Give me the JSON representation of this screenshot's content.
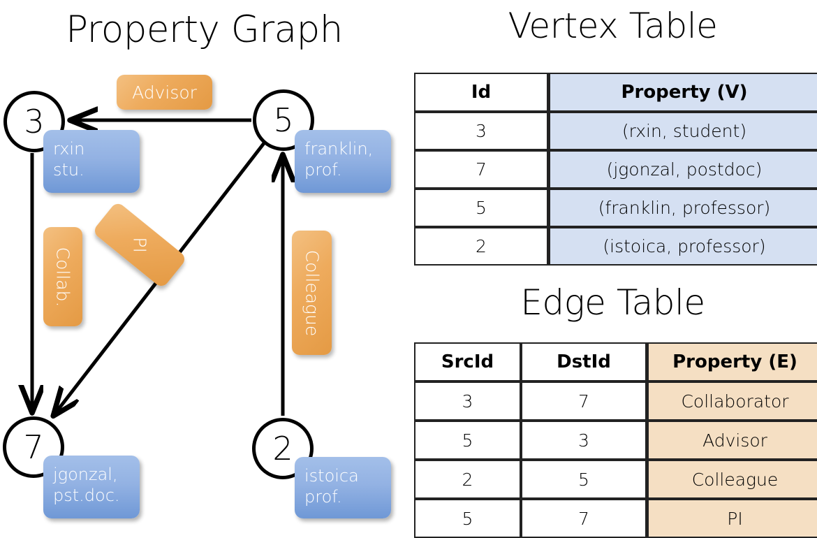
{
  "titles": {
    "property_graph": "Property Graph",
    "vertex_table": "Vertex Table",
    "edge_table": "Edge Table"
  },
  "colors": {
    "vertex_property_cell": "#d5e0f2",
    "edge_property_cell": "#f5dfc3",
    "vertex_box_blue": "#93b2e3",
    "edge_label_orange": "#eeab5d",
    "stroke": "#000000",
    "background": "#ffffff"
  },
  "graph": {
    "nodes": [
      {
        "id": "3",
        "property_line1": "rxin",
        "property_line2": "stu."
      },
      {
        "id": "5",
        "property_line1": "franklin,",
        "property_line2": "prof."
      },
      {
        "id": "7",
        "property_line1": "jgonzal,",
        "property_line2": "pst.doc."
      },
      {
        "id": "2",
        "property_line1": "istoica",
        "property_line2": "prof."
      }
    ],
    "edge_labels": [
      {
        "key": "advisor",
        "text": "Advisor",
        "orientation": "horizontal"
      },
      {
        "key": "collab",
        "text": "Collab.",
        "orientation": "vertical"
      },
      {
        "key": "pi",
        "text": "PI",
        "orientation": "diagonal"
      },
      {
        "key": "colleague",
        "text": "Colleague",
        "orientation": "vertical"
      }
    ],
    "edges": [
      {
        "from": "5",
        "to": "3",
        "label": "Advisor"
      },
      {
        "from": "3",
        "to": "7",
        "label": "Collab."
      },
      {
        "from": "5",
        "to": "7",
        "label": "PI"
      },
      {
        "from": "2",
        "to": "5",
        "label": "Colleague"
      }
    ]
  },
  "vertex_table": {
    "headers": [
      "Id",
      "Property (V)"
    ],
    "rows": [
      {
        "id": "3",
        "property": "(rxin, student)"
      },
      {
        "id": "7",
        "property": "(jgonzal, postdoc)"
      },
      {
        "id": "5",
        "property": "(franklin, professor)"
      },
      {
        "id": "2",
        "property": "(istoica, professor)"
      }
    ]
  },
  "edge_table": {
    "headers": [
      "SrcId",
      "DstId",
      "Property (E)"
    ],
    "rows": [
      {
        "src": "3",
        "dst": "7",
        "property": "Collaborator"
      },
      {
        "src": "5",
        "dst": "3",
        "property": "Advisor"
      },
      {
        "src": "2",
        "dst": "5",
        "property": "Colleague"
      },
      {
        "src": "5",
        "dst": "7",
        "property": "PI"
      }
    ]
  }
}
